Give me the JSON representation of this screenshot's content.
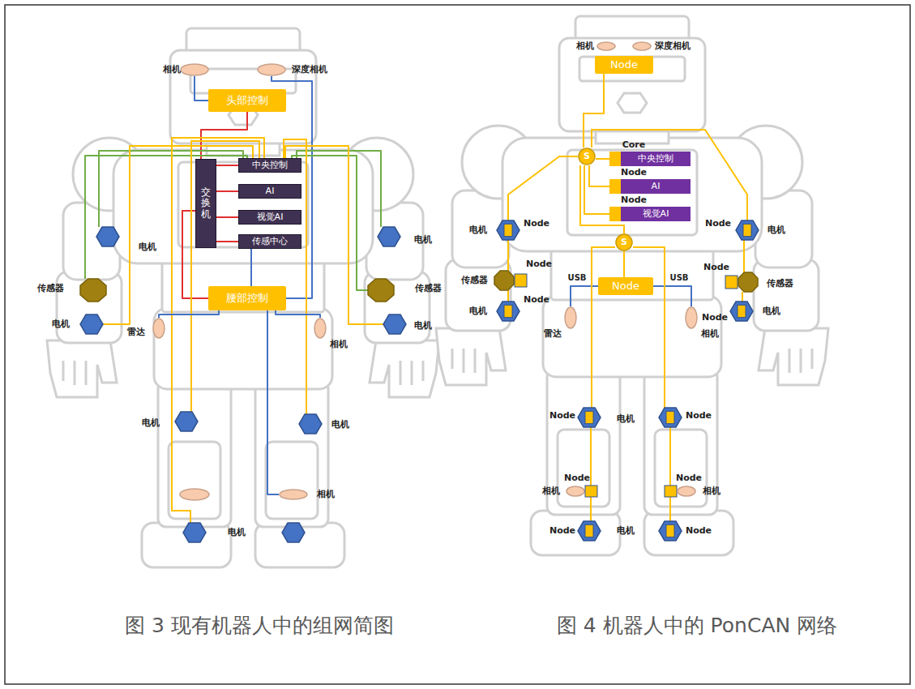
{
  "diagram": {
    "nodes": [
      {
        "text": [
          "相机"
        ]
      },
      {
        "text": [
          "深度相机"
        ]
      },
      {
        "text": [
          "头部控制"
        ]
      },
      {
        "text": [
          "交换机"
        ]
      },
      {
        "text": [
          "中央控制"
        ]
      },
      {
        "text": [
          "AI"
        ]
      },
      {
        "text": [
          "视觉AI"
        ]
      },
      {
        "text": [
          "传感中心"
        ]
      },
      {
        "text": [
          "电机"
        ]
      },
      {
        "text": [
          "电机"
        ]
      },
      {
        "text": [
          "传感器"
        ]
      },
      {
        "text": [
          "传感器"
        ]
      },
      {
        "text": [
          "电机"
        ]
      },
      {
        "text": [
          "电机"
        ]
      },
      {
        "text": [
          "腰部控制"
        ]
      },
      {
        "text": [
          "雷达"
        ]
      },
      {
        "text": [
          "相机"
        ]
      },
      {
        "text": [
          "电机"
        ]
      },
      {
        "text": [
          "电机"
        ]
      },
      {
        "text": [
          "相机"
        ]
      },
      {
        "text": [
          "电机"
        ]
      },
      {
        "text": [
          "相机"
        ]
      },
      {
        "text": [
          "深度相机"
        ]
      },
      {
        "text": [
          "Node"
        ]
      },
      {
        "text": [
          "S"
        ]
      },
      {
        "text": [
          "Core",
          "中央控制"
        ]
      },
      {
        "text": [
          "Node",
          "AI"
        ]
      },
      {
        "text": [
          "Node",
          "视觉AI"
        ]
      },
      {
        "text": [
          "S"
        ]
      },
      {
        "text": [
          "Node"
        ]
      },
      {
        "text": [
          "电机",
          "Node"
        ]
      },
      {
        "text": [
          "Node",
          "电机"
        ]
      },
      {
        "text": [
          "传感器",
          "Node"
        ]
      },
      {
        "text": [
          "Node",
          "传感器"
        ]
      },
      {
        "text": [
          "电机",
          "Node"
        ]
      },
      {
        "text": [
          "Node",
          "电机"
        ]
      },
      {
        "text": [
          "雷达"
        ]
      },
      {
        "text": [
          "相机"
        ]
      },
      {
        "text": [
          "Node",
          "电机"
        ]
      },
      {
        "text": [
          "Node"
        ]
      },
      {
        "text": [
          "相机",
          "Node"
        ]
      },
      {
        "text": [
          "Node",
          "相机"
        ]
      },
      {
        "text": [
          "Node",
          "电机"
        ]
      },
      {
        "text": [
          "Node"
        ]
      }
    ],
    "edges": [
      {
        "from": 0,
        "to": 2,
        "arrow": "none"
      },
      {
        "from": 1,
        "to": 14,
        "arrow": "none"
      },
      {
        "from": 2,
        "to": 3,
        "arrow": "none"
      },
      {
        "from": 3,
        "to": 4,
        "arrow": "none"
      },
      {
        "from": 3,
        "to": 5,
        "arrow": "none"
      },
      {
        "from": 3,
        "to": 6,
        "arrow": "none"
      },
      {
        "from": 3,
        "to": 7,
        "arrow": "none"
      },
      {
        "from": 3,
        "to": 14,
        "arrow": "none"
      },
      {
        "from": 4,
        "to": 8,
        "arrow": "none"
      },
      {
        "from": 4,
        "to": 9,
        "arrow": "none"
      },
      {
        "from": 4,
        "to": 10,
        "arrow": "none"
      },
      {
        "from": 4,
        "to": 11,
        "arrow": "none"
      },
      {
        "from": 4,
        "to": 12,
        "arrow": "none"
      },
      {
        "from": 4,
        "to": 13,
        "arrow": "none"
      },
      {
        "from": 4,
        "to": 17,
        "arrow": "none"
      },
      {
        "from": 4,
        "to": 18,
        "arrow": "none"
      },
      {
        "from": 4,
        "to": 20,
        "arrow": "none"
      },
      {
        "from": 14,
        "to": 15,
        "arrow": "none"
      },
      {
        "from": 14,
        "to": 16,
        "arrow": "none"
      },
      {
        "from": 14,
        "to": 19,
        "arrow": "none"
      },
      {
        "from": 7,
        "to": 14,
        "arrow": "none"
      },
      {
        "from": 23,
        "to": 24,
        "arrow": "none"
      },
      {
        "from": 24,
        "to": 25,
        "arrow": "none"
      },
      {
        "from": 24,
        "to": 26,
        "arrow": "none"
      },
      {
        "from": 24,
        "to": 27,
        "arrow": "none"
      },
      {
        "from": 24,
        "to": 30,
        "arrow": "none"
      },
      {
        "from": 24,
        "to": 31,
        "arrow": "none"
      },
      {
        "from": 30,
        "to": 32,
        "arrow": "none"
      },
      {
        "from": 32,
        "to": 34,
        "arrow": "none"
      },
      {
        "from": 31,
        "to": 33,
        "arrow": "none"
      },
      {
        "from": 33,
        "to": 35,
        "arrow": "none"
      },
      {
        "from": 24,
        "to": 28,
        "arrow": "none"
      },
      {
        "from": 28,
        "to": 29,
        "arrow": "none"
      },
      {
        "from": 29,
        "to": 36,
        "label": "USB",
        "arrow": "none"
      },
      {
        "from": 29,
        "to": 37,
        "label": "USB",
        "arrow": "none"
      },
      {
        "from": 28,
        "to": 38,
        "arrow": "none"
      },
      {
        "from": 28,
        "to": 39,
        "arrow": "none"
      },
      {
        "from": 38,
        "to": 40,
        "arrow": "none"
      },
      {
        "from": 39,
        "to": 41,
        "arrow": "none"
      },
      {
        "from": 40,
        "to": 42,
        "arrow": "none"
      },
      {
        "from": 41,
        "to": 43,
        "arrow": "none"
      }
    ],
    "labels": [
      "图 3 现有机器人中的组网简图",
      "图 4 机器人中的 PonCAN 网络"
    ]
  }
}
